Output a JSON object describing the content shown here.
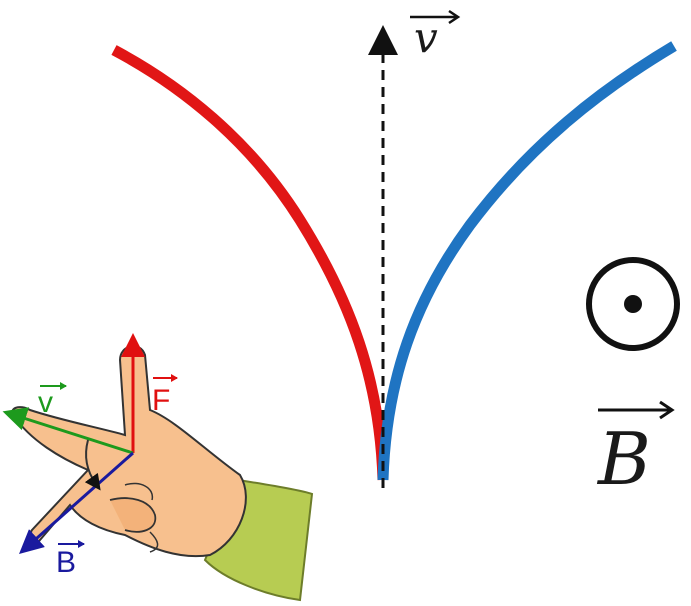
{
  "velocity_label": "v",
  "field_label": "B",
  "hand": {
    "v_label": "v",
    "f_label": "F",
    "b_label": "B"
  },
  "colors": {
    "red_track": "#e11616",
    "blue_track": "#1f74c2",
    "hand_skin": "#f7c08e",
    "sleeve": "#b7cc52",
    "v_vector": "#1d9a1d",
    "f_vector": "#e01010",
    "b_vector": "#1a1a9e"
  }
}
